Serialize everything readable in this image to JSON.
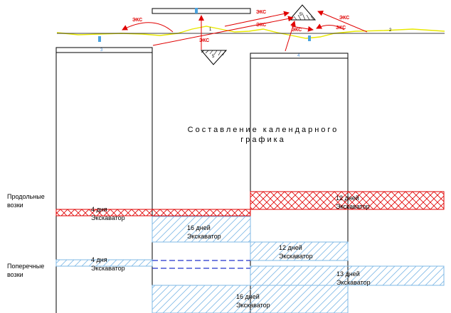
{
  "title": {
    "line1": "Составление календарного",
    "line2": "графика"
  },
  "side_labels": {
    "longitudinal_l1": "Продольные",
    "longitudinal_l2": "возки",
    "transverse_l1": "Поперечные",
    "transverse_l2": "возки"
  },
  "tasks": [
    {
      "days": "4 дня",
      "machine": "Экскаватор"
    },
    {
      "days": "12 дней",
      "machine": "Экскаватор"
    },
    {
      "days": "16 дней",
      "machine": "Экскаватор"
    },
    {
      "days": "12 дней",
      "machine": "Экскаватор"
    },
    {
      "days": "4 дня",
      "machine": "Экскаватор"
    },
    {
      "days": "13 дней",
      "machine": "Экскаватор"
    },
    {
      "days": "16 дней",
      "machine": "Экскаватор"
    }
  ],
  "transport_tag": "ЭКС",
  "pile_labels": {
    "pile_5a": "5",
    "pile_5b": "5'"
  },
  "section_numbers": {
    "s1": "1",
    "s2": "2",
    "s3": "3",
    "s4": "4"
  },
  "colors": {
    "hatch_red": "#e00000",
    "hatch_blue": "#7fb8e6",
    "dashed_blue": "#2233cc",
    "terrain_yellow": "#e8e800",
    "marker_blue": "#4aa3df"
  }
}
